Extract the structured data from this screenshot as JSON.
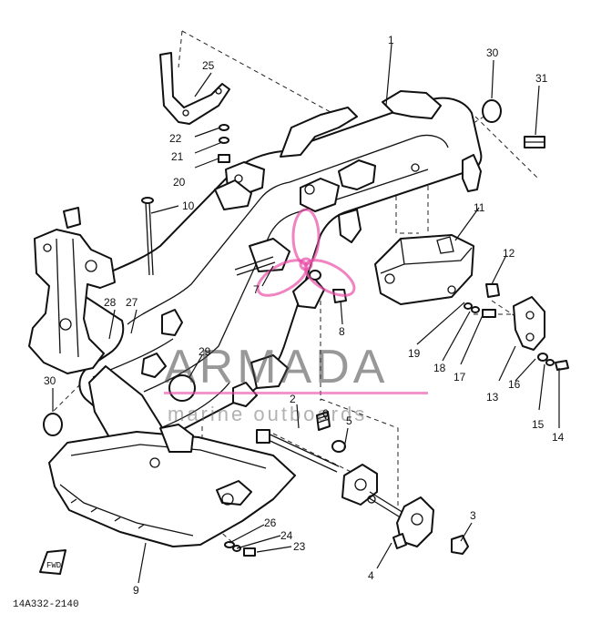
{
  "diagram": {
    "drawing_code": "14A332-2140",
    "fwd_label": "FWD",
    "callouts": {
      "c1": "1",
      "c2": "2",
      "c3": "3",
      "c4": "4",
      "c5": "5",
      "c6": "6",
      "c7": "7",
      "c8": "8",
      "c9": "9",
      "c10": "10",
      "c11": "11",
      "c12": "12",
      "c13": "13",
      "c14": "14",
      "c15": "15",
      "c16": "16",
      "c17": "17",
      "c18": "18",
      "c19": "19",
      "c20": "20",
      "c21": "21",
      "c22": "22",
      "c23": "23",
      "c24": "24",
      "c25": "25",
      "c26": "26",
      "c27": "27",
      "c28": "28",
      "c29": "29",
      "c30a": "30",
      "c30b": "30",
      "c31": "31"
    }
  },
  "watermark": {
    "brand": "ARMADA",
    "tagline": "marine outboards",
    "accent_color": "#e94fa6"
  }
}
